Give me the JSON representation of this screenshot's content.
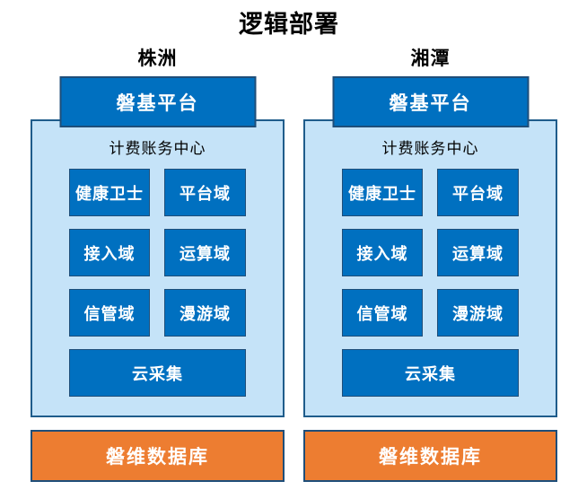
{
  "title": "逻辑部署",
  "colors": {
    "node_blue": "#0070C0",
    "node_border": "#1F4E79",
    "panel_fill": "#C5E3F8",
    "panel_border": "#1F5C8B",
    "database_orange": "#ED7D31",
    "text_dark": "#000000",
    "text_light": "#FFFFFF"
  },
  "sites": [
    {
      "city": "株洲",
      "platform": "磐基平台",
      "billing_center": {
        "label": "计费账务中心",
        "domains": [
          "健康卫士",
          "平台域",
          "接入域",
          "运算域",
          "信管域",
          "漫游域"
        ],
        "wide_domain": "云采集"
      },
      "database": "磐维数据库"
    },
    {
      "city": "湘潭",
      "platform": "磐基平台",
      "billing_center": {
        "label": "计费账务中心",
        "domains": [
          "健康卫士",
          "平台域",
          "接入域",
          "运算域",
          "信管域",
          "漫游域"
        ],
        "wide_domain": "云采集"
      },
      "database": "磐维数据库"
    }
  ]
}
